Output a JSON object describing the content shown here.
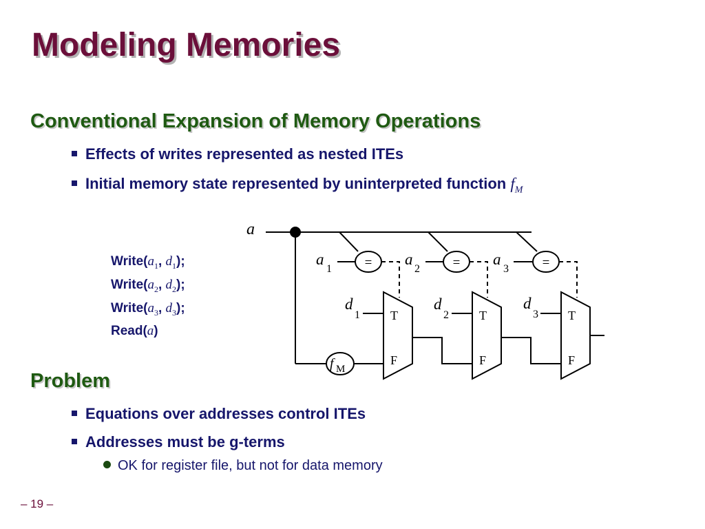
{
  "slide": {
    "title": "Modeling Memories",
    "section1": {
      "heading": "Conventional Expansion of Memory Operations",
      "bullets": [
        "Effects of writes represented as nested ITEs",
        "Initial memory state represented by uninterpreted function"
      ],
      "fm_symbol": "f",
      "fm_sub": "M"
    },
    "code": [
      {
        "op": "Write(",
        "a": "a",
        "an": "1",
        "d": "d",
        "dn": "1",
        "close": ");"
      },
      {
        "op": "Write(",
        "a": "a",
        "an": "2",
        "d": "d",
        "dn": "2",
        "close": ");"
      },
      {
        "op": "Write(",
        "a": "a",
        "an": "3",
        "d": "d",
        "dn": "3",
        "close": ");"
      },
      {
        "op": "Read(",
        "a": "a",
        "close": ")"
      }
    ],
    "code_sep": ", ",
    "section2": {
      "heading": "Problem",
      "bullets": [
        "Equations over addresses control ITEs",
        "Addresses must be g-terms"
      ],
      "subbullets": [
        "OK for register file, but not for data memory"
      ]
    },
    "footer": "– 19 –"
  },
  "diagram": {
    "input_a": "a",
    "addr": [
      {
        "name": "a",
        "sub": "1"
      },
      {
        "name": "a",
        "sub": "2"
      },
      {
        "name": "a",
        "sub": "3"
      }
    ],
    "data": [
      {
        "name": "d",
        "sub": "1"
      },
      {
        "name": "d",
        "sub": "2"
      },
      {
        "name": "d",
        "sub": "3"
      }
    ],
    "eq": "=",
    "true_label": "T",
    "false_label": "F",
    "fm": {
      "name": "f",
      "sub": "M"
    }
  },
  "colors": {
    "title": "#6b0f3a",
    "section": "#1f5a12",
    "text": "#16166b",
    "subbullet_dot": "#1a4a10"
  }
}
